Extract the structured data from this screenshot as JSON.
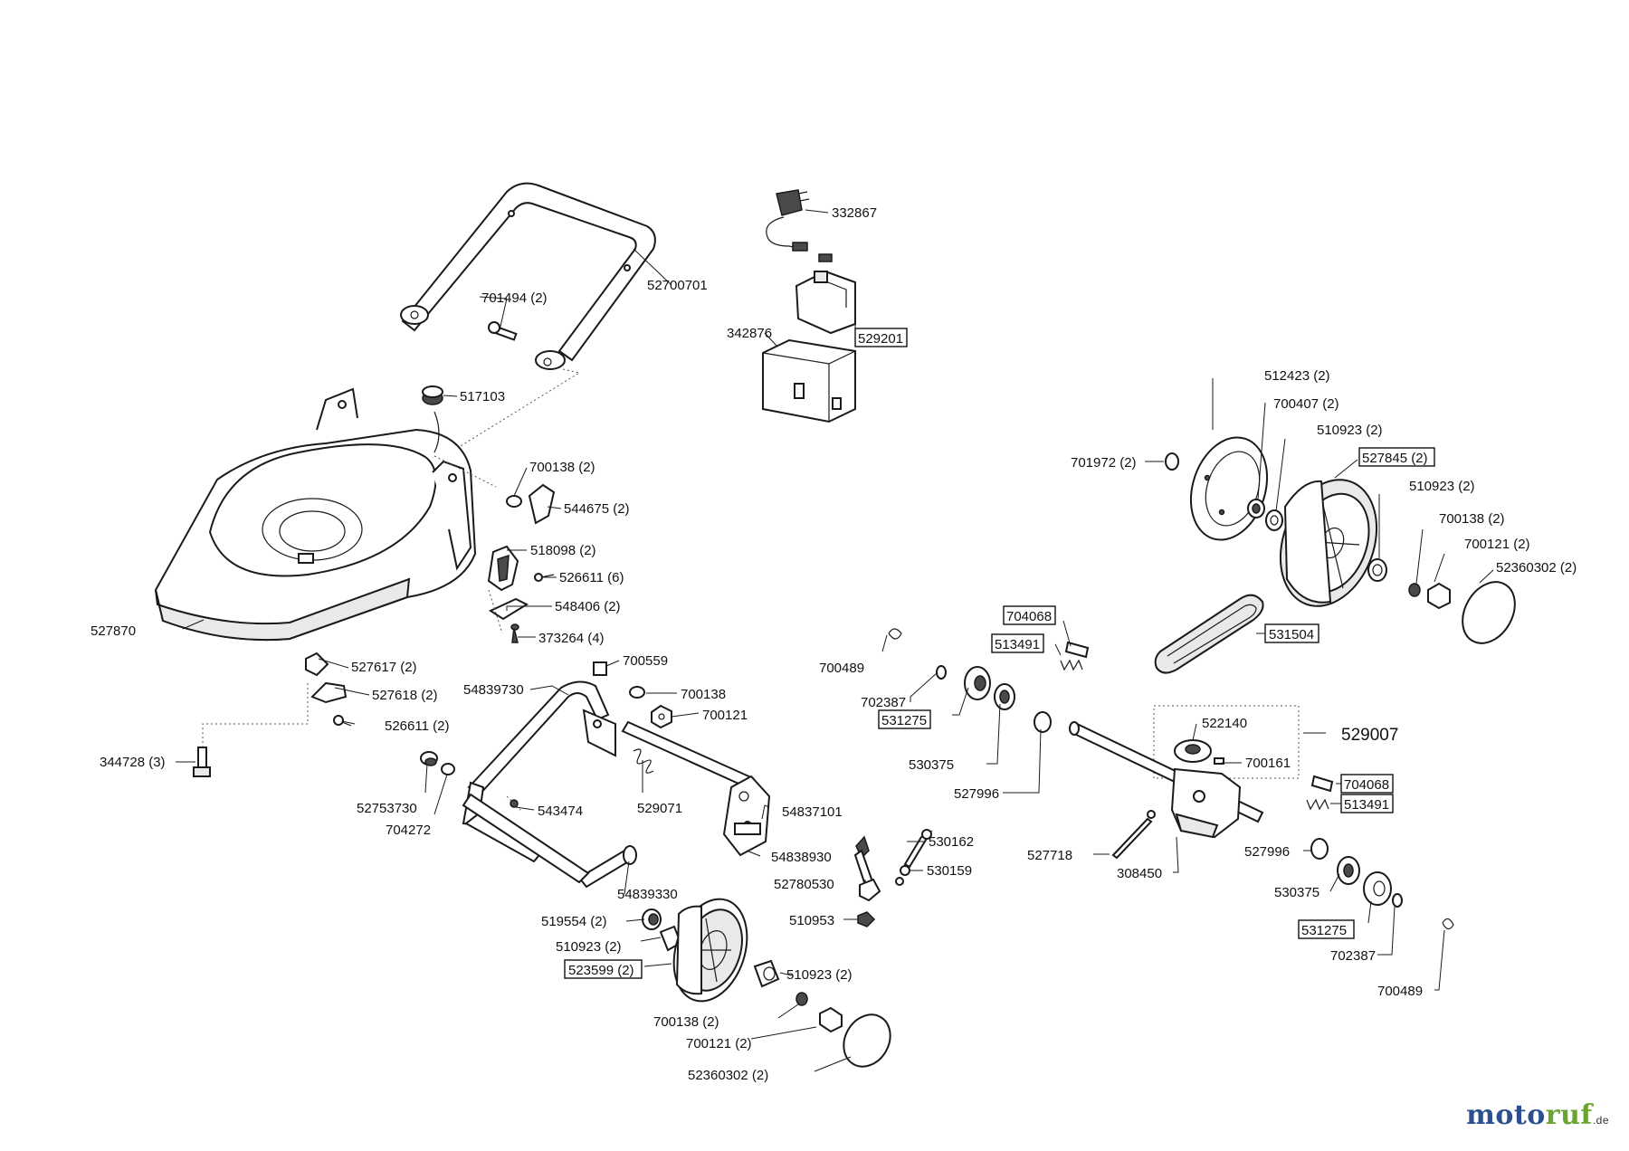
{
  "colors": {
    "line": "#1a1a1a",
    "text": "#111111",
    "logo_blue": "#2b4f8f",
    "logo_green": "#6aa531"
  },
  "labels": {
    "l332867": "332867",
    "l52700701": "52700701",
    "l701494": "701494 (2)",
    "l529201": "529201",
    "l342876": "342876",
    "l517103": "517103",
    "l700138a": "700138 (2)",
    "l544675": "544675 (2)",
    "l518098": "518098 (2)",
    "l526611a": "526611 (6)",
    "l548406": "548406 (2)",
    "l373264": "373264 (4)",
    "l527870": "527870",
    "l527617": "527617 (2)",
    "l527618": "527618 (2)",
    "l526611b": "526611 (2)",
    "l344728": "344728 (3)",
    "l700559": "700559",
    "l54839730": "54839730",
    "l700138b": "700138",
    "l700121b": "700121",
    "l529071": "529071",
    "l52753730": "52753730",
    "l704272": "704272",
    "l543474": "543474",
    "l54837101": "54837101",
    "l54838930": "54838930",
    "l54839330": "54839330",
    "l530162": "530162",
    "l530159": "530159",
    "l52780530": "52780530",
    "l510953": "510953",
    "l519554": "519554 (2)",
    "l510923c": "510923 (2)",
    "l523599": "523599 (2)",
    "l510923d": "510923 (2)",
    "l700138c": "700138 (2)",
    "l700121c": "700121 (2)",
    "l52360302b": "52360302 (2)",
    "l512423": "512423 (2)",
    "l700407": "700407 (2)",
    "l510923a": "510923 (2)",
    "l701972": "701972 (2)",
    "l527845": "527845 (2)",
    "l510923b": "510923 (2)",
    "l700138d": "700138 (2)",
    "l700121d": "700121 (2)",
    "l52360302a": "52360302 (2)",
    "l704068a": "704068",
    "l513491a": "513491",
    "l531504": "531504",
    "l700489a": "700489",
    "l702387a": "702387",
    "l531275a": "531275",
    "l530375a": "530375",
    "l527996a": "527996",
    "l522140": "522140",
    "l529007": "529007",
    "l700161": "700161",
    "l704068b": "704068",
    "l513491b": "513491",
    "l527718": "527718",
    "l308450": "308450",
    "l527996b": "527996",
    "l530375b": "530375",
    "l531275b": "531275",
    "l702387b": "702387",
    "l700489b": "700489"
  },
  "logo": {
    "part1": "moto",
    "part2": "ruf",
    "suffix": ".de"
  }
}
